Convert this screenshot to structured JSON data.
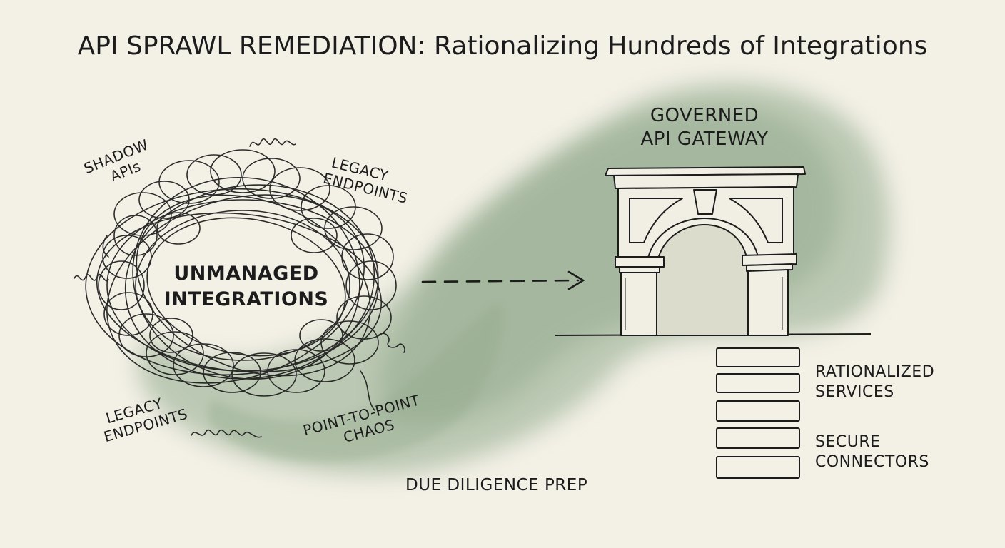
{
  "title": "API SPRAWL REMEDIATION: Rationalizing Hundreds of Integrations",
  "tangle": {
    "center_line1": "UNMANAGED",
    "center_line2": "INTEGRATIONS"
  },
  "annotations": {
    "shadow_line1": "SHADOW",
    "shadow_line2": "APIs",
    "legacy_top_line1": "LEGACY",
    "legacy_top_line2": "ENDPOINTS",
    "legacy_bottom_line1": "LEGACY",
    "legacy_bottom_line2": "ENDPOINTS",
    "p2p_line1": "POINT-TO-POINT",
    "p2p_line2": "CHAOS"
  },
  "gateway": {
    "line1": "GOVERNED",
    "line2": "API GATEWAY"
  },
  "stack": {
    "rationalized_line1": "RATIONALIZED",
    "rationalized_line2": "SERVICES",
    "secure_line1": "SECURE",
    "secure_line2": "CONNECTORS"
  },
  "footer": "DUE DILIGENCE PREP",
  "colors": {
    "paper": "#f3f0e6",
    "ink": "#1c1c1c",
    "wash": "#8fa98a",
    "arch_fill": "#f1efe4"
  }
}
